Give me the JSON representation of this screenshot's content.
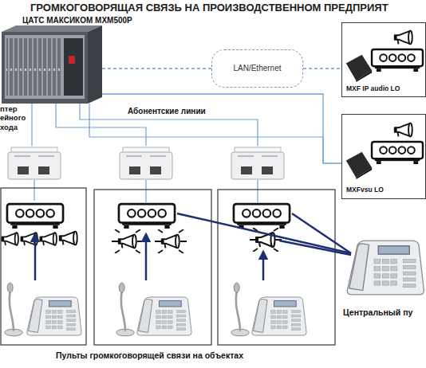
{
  "diagram": {
    "title": "ГРОМКОГОВОРЯЩАЯ СВЯЗЬ НА ПРОИЗВОДСТВЕННОМ ПРЕДПРИЯТ",
    "nodes": [
      {
        "text": [
          "ЦАТС МАКСИКОМ MXM500P"
        ]
      },
      {
        "text": [
          "LAN/Ethernet"
        ]
      },
      {
        "text": [
          "MXF IP audio LO"
        ]
      },
      {
        "text": [
          "MXFvsu LO"
        ]
      },
      {
        "text": [
          "Центральный пу"
        ]
      }
    ],
    "edges": [
      {
        "from": 0,
        "to": 1,
        "arrow": "none"
      },
      {
        "from": 1,
        "to": 2,
        "arrow": "none"
      },
      {
        "from": 0,
        "to": 3,
        "arrow": "none"
      }
    ],
    "labels": [
      "Абонентские линии",
      "птер ейного хода",
      "Пульты громкоговорящей связи на объектах"
    ]
  }
}
